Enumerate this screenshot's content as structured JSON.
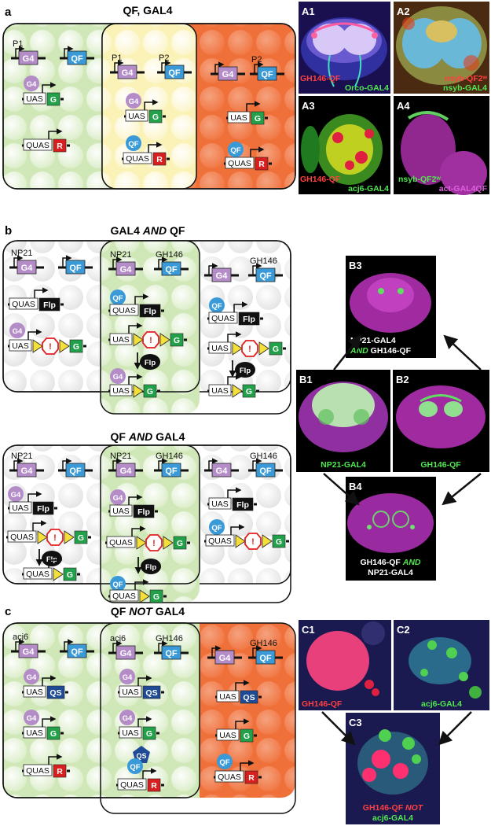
{
  "panel_a": {
    "letter": "a",
    "title": "QF, GAL4",
    "promoters": {
      "p1": "P1",
      "p2": "P2"
    },
    "micro": [
      {
        "id": "A1",
        "labels": [
          {
            "text": "GH146-QF",
            "color": "#ff4040"
          },
          {
            "text": "Orco-GAL4",
            "color": "#50e850"
          }
        ]
      },
      {
        "id": "A2",
        "labels": [
          {
            "text": "nsyb-QF2ʷ",
            "color": "#ff4040"
          },
          {
            "text": "nsyb-GAL4",
            "color": "#50e850"
          }
        ]
      },
      {
        "id": "A3",
        "labels": [
          {
            "text": "GH146-QF",
            "color": "#ff4040"
          },
          {
            "text": "acj6-GAL4",
            "color": "#50e850"
          }
        ]
      },
      {
        "id": "A4",
        "labels": [
          {
            "text": "nsyb-QF2ʷ",
            "color": "#50e850"
          },
          {
            "text": "act-GAL4QF",
            "color": "#e060e0"
          }
        ]
      }
    ]
  },
  "panel_b": {
    "letter": "b",
    "title_top": {
      "pre": "GAL4 ",
      "op": "AND",
      "post": " QF"
    },
    "title_bottom": {
      "pre": "QF ",
      "op": "AND",
      "post": " GAL4"
    },
    "promoters": {
      "np21": "NP21",
      "gh146": "GH146"
    },
    "micro": {
      "B3": {
        "id": "B3",
        "line1": "NP21-GAL4",
        "line2_op": "AND",
        "line2_rest": " GH146-QF"
      },
      "B1": {
        "id": "B1",
        "label": "NP21-GAL4"
      },
      "B2": {
        "id": "B2",
        "label": "GH146-QF"
      },
      "B4": {
        "id": "B4",
        "line1_pre": "GH146-QF ",
        "line1_op": "AND",
        "line2": "NP21-GAL4"
      }
    }
  },
  "panel_c": {
    "letter": "c",
    "title": {
      "pre": "QF ",
      "op": "NOT",
      "post": " GAL4"
    },
    "promoters": {
      "acj6": "acj6",
      "gh146": "GH146"
    },
    "micro": {
      "C1": {
        "id": "C1",
        "label": "GH146-QF"
      },
      "C2": {
        "id": "C2",
        "label": "acj6-GAL4"
      },
      "C3": {
        "id": "C3",
        "line1_pre": "GH146-QF ",
        "line1_op": "NOT",
        "line2": "acj6-GAL4"
      }
    }
  },
  "glyphs": {
    "g4": "G4",
    "qf": "QF",
    "qs": "QS",
    "uas": "UAS",
    "quas": "QUAS",
    "g": "G",
    "r": "R",
    "flp": "Flp",
    "stop": "!"
  },
  "colors": {
    "gal4": "#b48cc8",
    "qf": "#3a9ad8",
    "qs": "#1e4a96",
    "gfp": "#22a04a",
    "rfp": "#d81e1e",
    "green_zone": "#d0e8b8",
    "yellow_zone": "#fbf2b8",
    "orange_zone": "#f0703a",
    "frt": "#f5e03a",
    "stop": "#e02020"
  }
}
